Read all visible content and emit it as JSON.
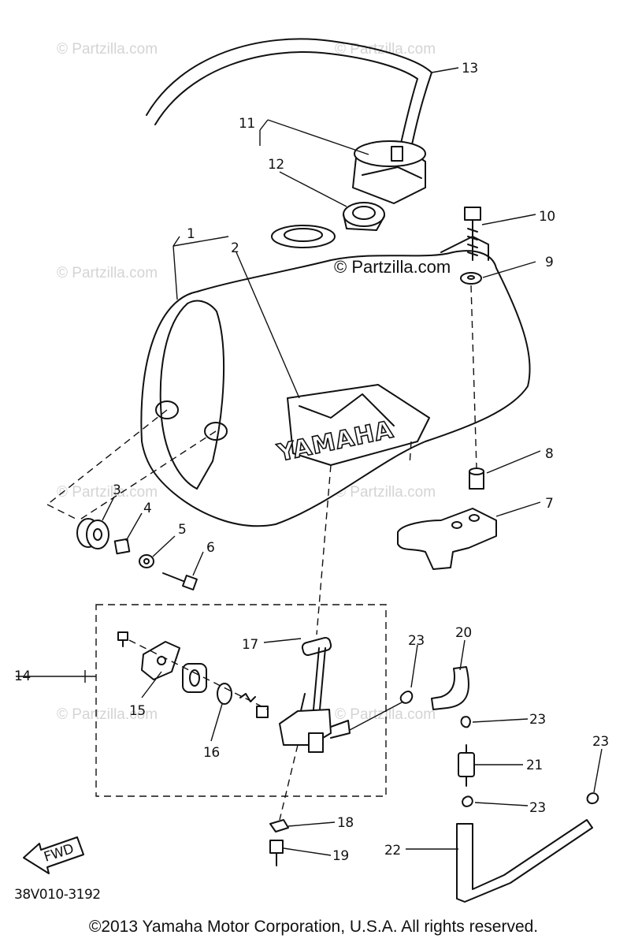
{
  "watermark_text": "© Partzilla.com",
  "overlay_watermark": "© Partzilla.com",
  "copyright": "©2013  Yamaha Motor Corporation, U.S.A. All rights reserved.",
  "diagram_code": "38V010-3192",
  "tank_brand": "YAMAHA",
  "fwd_label": "FWD",
  "callouts": {
    "c1": "1",
    "c2": "2",
    "c3": "3",
    "c4": "4",
    "c5": "5",
    "c6": "6",
    "c7": "7",
    "c8": "8",
    "c9": "9",
    "c10": "10",
    "c11": "11",
    "c12": "12",
    "c13": "13",
    "c14": "14",
    "c15": "15",
    "c16": "16",
    "c17": "17",
    "c18": "18",
    "c19": "19",
    "c20": "20",
    "c21": "21",
    "c22": "22",
    "c23a": "23",
    "c23b": "23",
    "c23c": "23",
    "c23d": "23"
  }
}
